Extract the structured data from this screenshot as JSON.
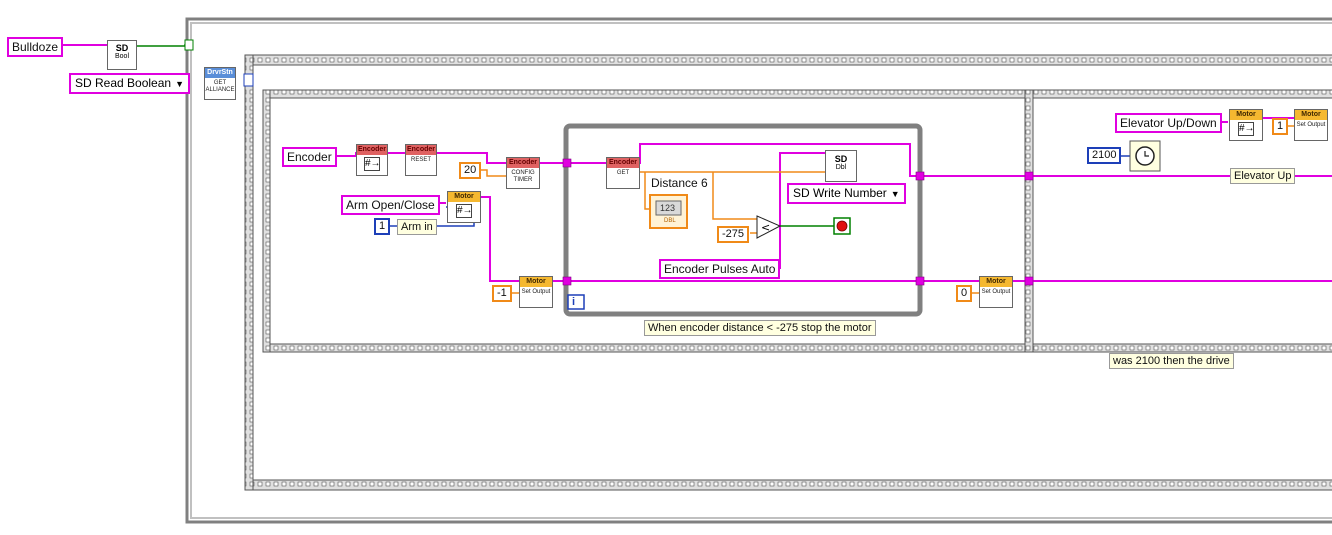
{
  "controls": {
    "bulldoze": "Bulldoze",
    "sd_read_boolean": "SD Read Boolean",
    "encoder": "Encoder",
    "arm_open_close": "Arm Open/Close",
    "arm_in": "Arm in",
    "encoder_pulses_auto": "Encoder Pulses Auto",
    "sd_write_number": "SD Write Number",
    "elevator_up_down": "Elevator Up/Down",
    "elevator_up": "Elevator Up",
    "distance_6": "Distance 6"
  },
  "constants": {
    "timer_20": "20",
    "arm_in_1": "1",
    "neg1": "-1",
    "neg275": "-275",
    "zero": "0",
    "c2100": "2100",
    "elev_1": "1",
    "indicator_123": "123",
    "dbl": "DBL"
  },
  "vi_labels": {
    "encoder": "Encoder",
    "reset": "RESET",
    "config_timer": "CONFIG TIMER",
    "get": "GET",
    "motor": "Motor",
    "set_output": "Set Output",
    "drvstn": "DrvrStn",
    "get_alliance": "GET ALLIANCE",
    "sd": "SD",
    "bool": "Bool",
    "dbl": "Dbl",
    "loop_i": "i"
  },
  "comments": {
    "stop_motor": "When encoder distance < -275 stop the motor",
    "was_2100": "was 2100 then the drive"
  },
  "colors": {
    "string_wire": "#e000e0",
    "numeric_wire": "#f08a18",
    "int_wire": "#1d3fb8",
    "boolean_wire": "#008000",
    "frame_gray": "#808080"
  }
}
